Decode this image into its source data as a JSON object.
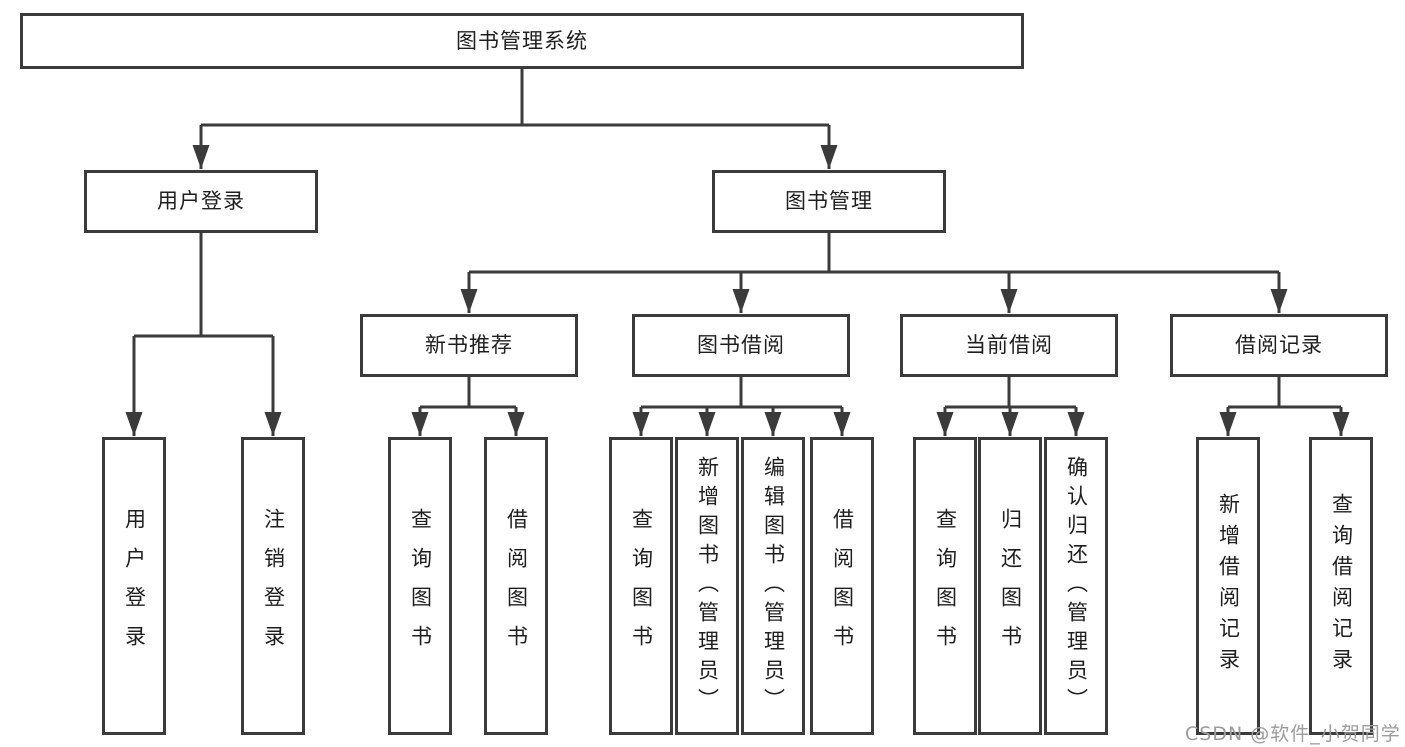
{
  "diagram": {
    "root": {
      "label": "图书管理系统"
    },
    "branches": [
      {
        "label": "用户登录",
        "children": [
          {
            "label": "用户登录"
          },
          {
            "label": "注销登录"
          }
        ]
      },
      {
        "label": "图书管理",
        "children": [
          {
            "label": "新书推荐",
            "children": [
              {
                "label": "查询图书"
              },
              {
                "label": "借阅图书"
              }
            ]
          },
          {
            "label": "图书借阅",
            "children": [
              {
                "label": "查询图书"
              },
              {
                "label": "新增图书（管理员）"
              },
              {
                "label": "编辑图书（管理员）"
              },
              {
                "label": "借阅图书"
              }
            ]
          },
          {
            "label": "当前借阅",
            "children": [
              {
                "label": "查询图书"
              },
              {
                "label": "归还图书"
              },
              {
                "label": "确认归还（管理员）"
              }
            ]
          },
          {
            "label": "借阅记录",
            "children": [
              {
                "label": "新增借阅记录"
              },
              {
                "label": "查询借阅记录"
              }
            ]
          }
        ]
      }
    ]
  },
  "watermark": {
    "text": "CSDN @软件_小贺同学"
  },
  "colors": {
    "line": "#3b3b3b",
    "text": "#1f1f1f",
    "background": "#ffffff",
    "watermark": "#9c9c9c"
  }
}
